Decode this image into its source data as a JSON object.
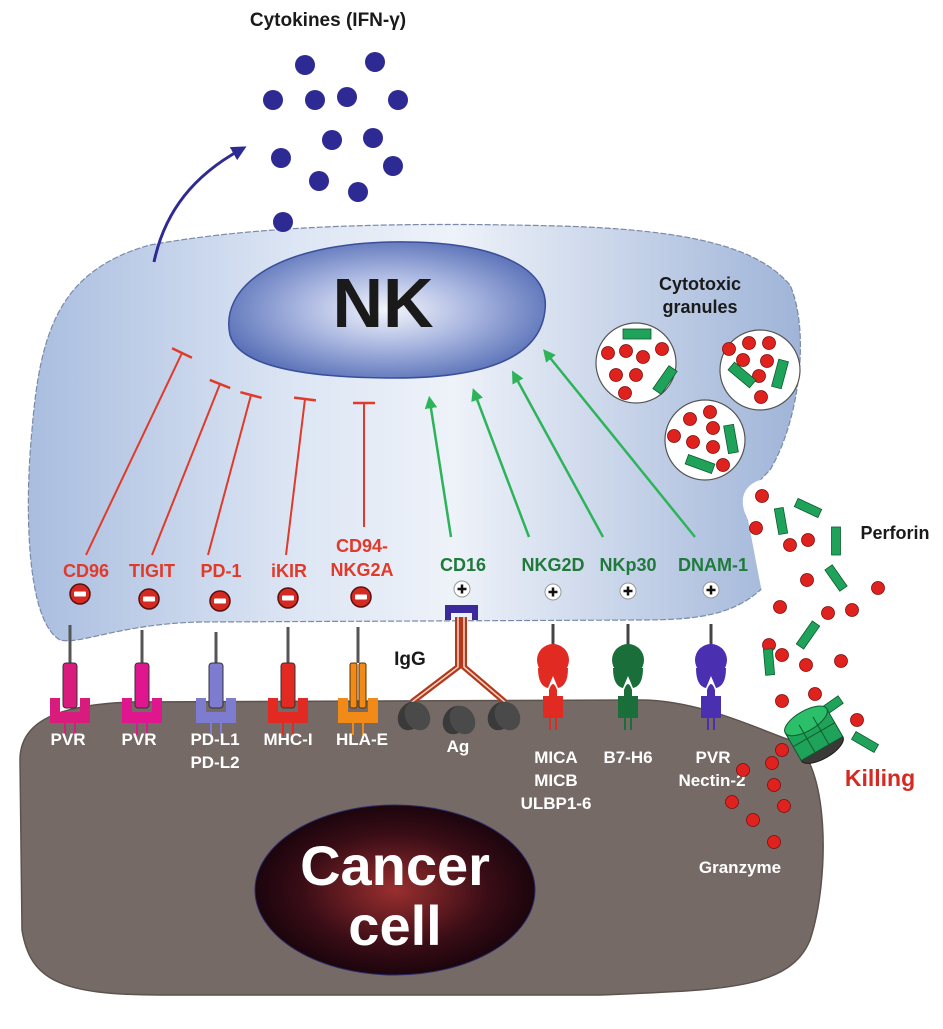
{
  "title": "NK cell activation and inhibition by receptor-ligand interactions with cancer cell",
  "colors": {
    "nk_cell": "#b4c6e4",
    "nk_nucleus": "#5a72b8",
    "cancer_cell": "#766a66",
    "cancer_nucleus": "#8e2a2a",
    "inhibitory": "#e03a2a",
    "activating": "#2db35a",
    "cytokine": "#2e2a94",
    "granzyme": "#e0221e",
    "perforin": "#1fa35a"
  },
  "cytokines": {
    "label": "Cytokines (IFN-γ)",
    "count": 13
  },
  "nk_cell": {
    "label": "NK",
    "granules_label_line1": "Cytotoxic",
    "granules_label_line2": "granules",
    "granule_count": 3
  },
  "inhibitory_receptors": [
    {
      "name": "CD96",
      "ligand": "PVR",
      "ligand_line2": "",
      "sign": "−",
      "color": "#d81b7c"
    },
    {
      "name": "TIGIT",
      "ligand": "PVR",
      "ligand_line2": "",
      "sign": "−",
      "color": "#e0168e"
    },
    {
      "name": "PD-1",
      "ligand": "PD-L1",
      "ligand_line2": "PD-L2",
      "sign": "−",
      "color": "#7d7cd0"
    },
    {
      "name": "iKIR",
      "ligand": "MHC-I",
      "ligand_line2": "",
      "sign": "−",
      "color": "#e22a22"
    },
    {
      "name_line1": "CD94-",
      "name": "NKG2A",
      "ligand": "HLA-E",
      "ligand_line2": "",
      "sign": "−",
      "color": "#f18a17"
    }
  ],
  "activating_receptors": [
    {
      "name": "CD16",
      "ligand": "Ag",
      "ligand_line2": "",
      "ligand_line3": "",
      "sign": "+",
      "color": "#3a2a9c"
    },
    {
      "name": "NKG2D",
      "ligand": "MICA",
      "ligand_line2": "MICB",
      "ligand_line3": "ULBP1-6",
      "sign": "+",
      "color": "#e12a22"
    },
    {
      "name": "NKp30",
      "ligand": "B7-H6",
      "ligand_line2": "",
      "ligand_line3": "",
      "sign": "+",
      "color": "#1a6e3a"
    },
    {
      "name": "DNAM-1",
      "ligand": "PVR",
      "ligand_line2": "Nectin-2",
      "ligand_line3": "",
      "sign": "+",
      "color": "#4a2fb0"
    }
  ],
  "antibody": {
    "label": "IgG"
  },
  "cytotoxic": {
    "perforin_label": "Perforin",
    "granzyme_label": "Granzyme",
    "killing_label": "Killing"
  },
  "cancer_cell": {
    "label_line1": "Cancer",
    "label_line2": "cell"
  }
}
